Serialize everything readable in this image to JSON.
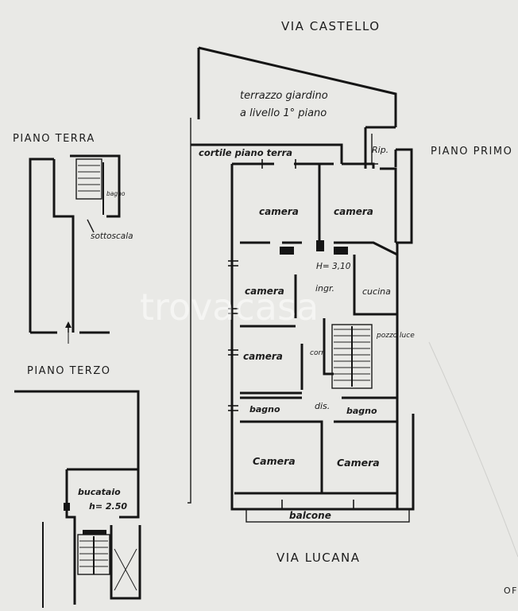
{
  "street_top": "VIA CASTELLO",
  "street_bottom": "VIA LUCANA",
  "floor_ground": "PIANO TERRA",
  "floor_first": "PIANO PRIMO",
  "floor_third": "PIANO TERZO",
  "page_corner": "OF",
  "terrace_line1": "terrazzo giardino",
  "terrace_line2": "a livello 1° piano",
  "courtyard": "cortile piano terra",
  "storage": "Rip.",
  "height_main": "H= 3,10",
  "ground_bath": "bagno",
  "ground_under_stairs": "sottoscala",
  "loft": "bucataio",
  "loft_height": "h= 2.50",
  "rooms": {
    "camera_1": "camera",
    "camera_2": "camera",
    "camera_3": "camera",
    "camera_4": "camera",
    "camera_5": "Camera",
    "camera_6": "Camera",
    "ingresso": "ingr.",
    "cucina": "cucina",
    "corridoio": "corr.",
    "pozzo_luce": "pozzo luce",
    "bagno_1": "bagno",
    "bagno_2": "bagno",
    "disimpegno": "dis.",
    "balcone": "balcone"
  },
  "watermark": "trovacasa"
}
